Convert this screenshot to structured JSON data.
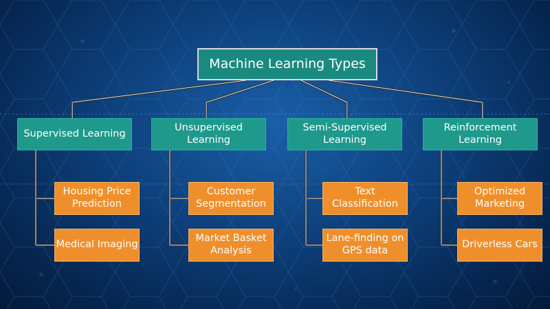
{
  "title": "Machine Learning Types",
  "categories": [
    {
      "label": "Supervised Learning",
      "examples": [
        "Housing Price Prediction",
        "Medical Imaging"
      ]
    },
    {
      "label": "Unsupervised Learning",
      "examples": [
        "Customer Segmentation",
        "Market Basket Analysis"
      ]
    },
    {
      "label": "Semi-Supervised Learning",
      "examples": [
        "Text Classification",
        "Lane-finding on GPS data"
      ]
    },
    {
      "label": "Reinforcement Learning",
      "examples": [
        "Optimized Marketing",
        "Driverless Cars"
      ]
    }
  ],
  "colors": {
    "root": "#1a8a80",
    "category": "#1f998c",
    "leaf": "#ef8f2c",
    "background": "#0d3f7a"
  }
}
